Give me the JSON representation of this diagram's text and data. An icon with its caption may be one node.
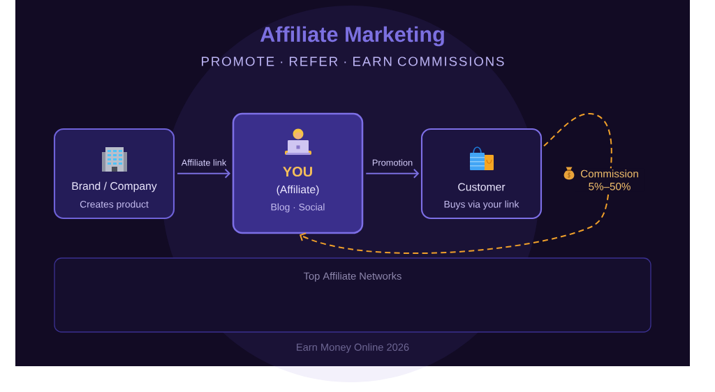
{
  "diagram": {
    "title": "Affiliate Marketing",
    "nodes": [
      {
        "text": [
          "Brand / Company",
          "Creates product"
        ]
      },
      {
        "text": [
          "YOU",
          "(Affiliate)",
          "Blog · Social"
        ]
      },
      {
        "text": [
          "Customer",
          "Buys via your link"
        ]
      },
      {
        "text": [
          "Top Affiliate Networks"
        ]
      }
    ],
    "edges": [
      {
        "from": 0,
        "to": 1,
        "arrow": "to",
        "label": "Affiliate link"
      },
      {
        "from": 1,
        "to": 2,
        "arrow": "to",
        "label": "Promotion"
      },
      {
        "from": 2,
        "to": 1,
        "arrow": "to",
        "label": "Commission 5%–50%",
        "style": "dashed",
        "color": "#f0a02a"
      }
    ],
    "labels": [
      "PROMOTE · REFER · EARN COMMISSIONS",
      "Earn Money Online 2026"
    ]
  }
}
